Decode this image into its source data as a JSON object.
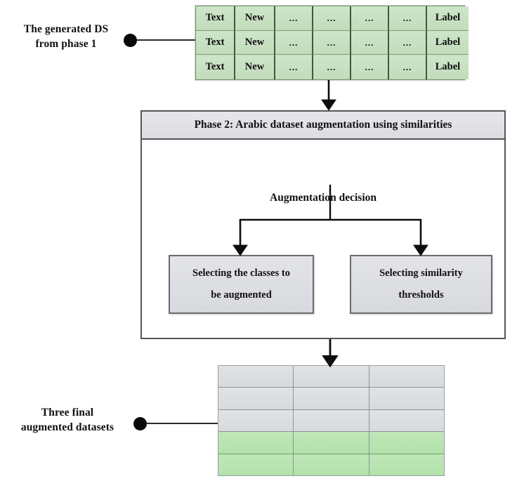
{
  "diagram": {
    "title": "Phase 2: Arabic dataset augmentation using similarities",
    "colors": {
      "source_table_green": "#c5ddc0",
      "result_table_green": "#b8e5b0",
      "result_table_gray": "#dcdfe2",
      "box_gray": "#dcdde1",
      "border_dark": "#55555a",
      "connector_black": "#111111"
    }
  },
  "source_annotation": {
    "label": "The generated DS\nfrom phase 1",
    "line1": "The generated DS",
    "line2": "from phase 1",
    "marker": "filled-circle"
  },
  "source_table": {
    "columns": [
      "Text",
      "New",
      "...",
      "...",
      "...",
      "...",
      "Label"
    ],
    "rows": [
      [
        "Text",
        "New",
        "...",
        "...",
        "...",
        "...",
        "Label"
      ],
      [
        "Text",
        "New",
        "...",
        "...",
        "...",
        "...",
        "Label"
      ],
      [
        "Text",
        "New",
        "...",
        "...",
        "...",
        "...",
        "Label"
      ]
    ],
    "row_count": 3,
    "column_count": 7
  },
  "phase2": {
    "header": "Phase 2: Arabic dataset augmentation using similarities",
    "decision_label": "Augmentation decision",
    "branches": [
      {
        "line1": "Selecting the classes to",
        "line2": "be augmented"
      },
      {
        "line1": "Selecting similarity",
        "line2": "thresholds"
      }
    ]
  },
  "result_annotation": {
    "line1": "Three final",
    "line2": "augmented datasets",
    "marker": "filled-circle"
  },
  "result_table": {
    "row_count": 5,
    "column_count": 3,
    "rows": [
      {
        "style": "gray",
        "cells": [
          "",
          "",
          ""
        ]
      },
      {
        "style": "gray",
        "cells": [
          "",
          "",
          ""
        ]
      },
      {
        "style": "gray",
        "cells": [
          "",
          "",
          ""
        ]
      },
      {
        "style": "green",
        "cells": [
          "",
          "",
          ""
        ]
      },
      {
        "style": "green",
        "cells": [
          "",
          "",
          ""
        ]
      }
    ]
  }
}
